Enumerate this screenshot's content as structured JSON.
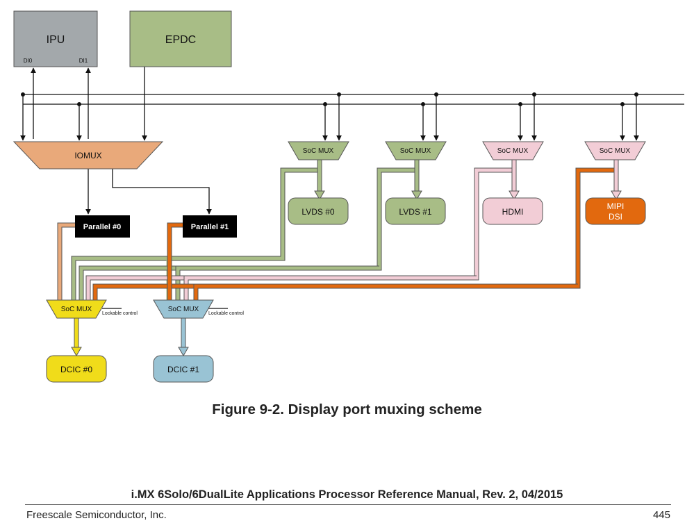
{
  "diagram": {
    "blocks": {
      "ipu": "IPU",
      "ipu_port_di0": "DI0",
      "ipu_port_di1": "DI1",
      "epdc": "EPDC",
      "iomux": "IOMUX",
      "parallel0": "Parallel #0",
      "parallel1": "Parallel #1",
      "lvds0": "LVDS #0",
      "lvds1": "LVDS #1",
      "hdmi": "HDMI",
      "mipi_dsi_line1": "MIPI",
      "mipi_dsi_line2": "DSI",
      "dcic0": "DCIC #0",
      "dcic1": "DCIC #1"
    },
    "muxes": {
      "lvds0_mux": "SoC MUX",
      "lvds1_mux": "SoC MUX",
      "hdmi_mux": "SoC MUX",
      "mipi_mux": "SoC MUX",
      "dcic0_mux": "SoC MUX",
      "dcic1_mux": "SoC MUX"
    },
    "lockable_control_0": "Lockable control",
    "lockable_control_1": "Lockable control",
    "colors": {
      "ipu": "#a3a8ab",
      "epdc": "#a8bd86",
      "iomux": "#e9a97a",
      "lvds": "#a8bd86",
      "hdmi": "#f2cdd6",
      "mipi": "#e2690e",
      "dcic0": "#f0dc1a",
      "dcic1": "#99c3d4",
      "parallel": "#000000"
    }
  },
  "caption": "Figure 9-2. Display port muxing scheme",
  "footer": {
    "manual_title": "i.MX 6Solo/6DualLite Applications Processor Reference Manual, Rev. 2, 04/2015",
    "company": "Freescale Semiconductor, Inc.",
    "page_number": "445"
  }
}
